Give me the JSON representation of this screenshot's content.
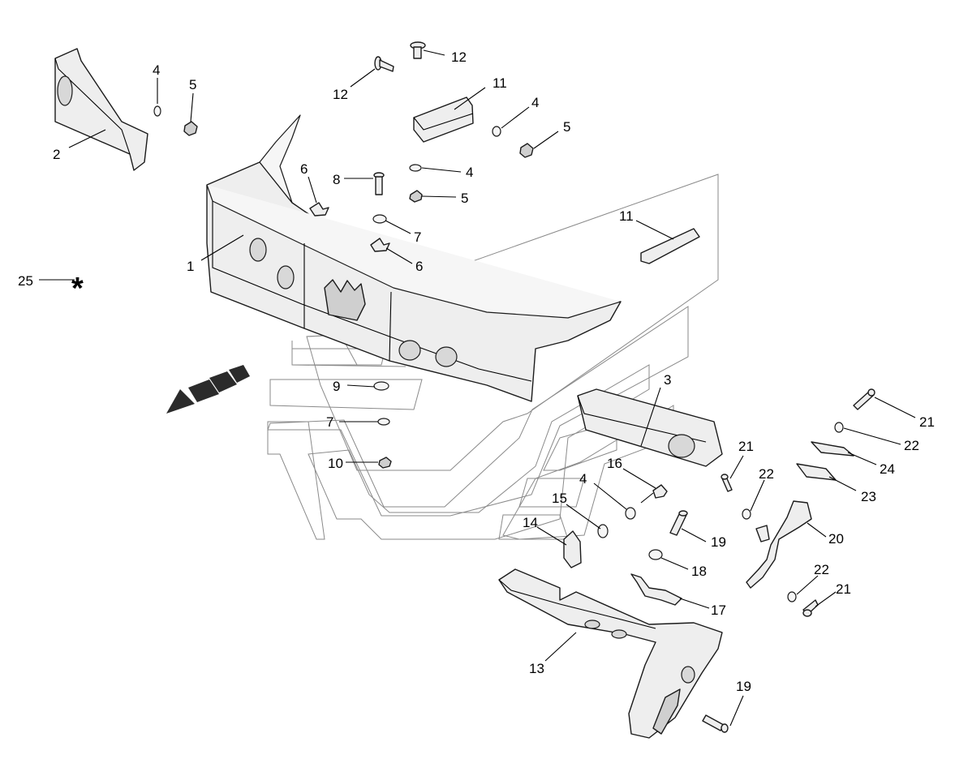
{
  "diagram": {
    "callouts": {
      "c1": "1",
      "c2": "2",
      "c3": "3",
      "c4a": "4",
      "c4b": "4",
      "c4c": "4",
      "c4d": "4",
      "c5a": "5",
      "c5b": "5",
      "c5c": "5",
      "c6a": "6",
      "c6b": "6",
      "c7a": "7",
      "c7b": "7",
      "c8": "8",
      "c9": "9",
      "c10": "10",
      "c11a": "11",
      "c11b": "11",
      "c12a": "12",
      "c12b": "12",
      "c13": "13",
      "c14": "14",
      "c15": "15",
      "c16": "16",
      "c17": "17",
      "c18": "18",
      "c19a": "19",
      "c19b": "19",
      "c20": "20",
      "c21a": "21",
      "c21b": "21",
      "c21c": "21",
      "c22a": "22",
      "c22b": "22",
      "c22c": "22",
      "c23": "23",
      "c24": "24",
      "c25": "25"
    },
    "star_symbol": "*",
    "colors": {
      "line": "#1a1a1a",
      "fill": "#eeeeee",
      "ghost": "#8a8a8a"
    }
  }
}
